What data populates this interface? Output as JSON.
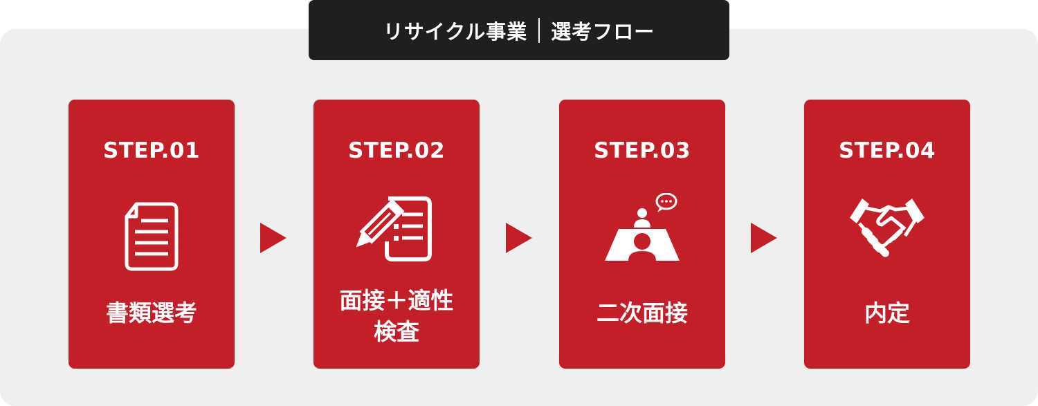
{
  "header": {
    "title_left": "リサイクル事業",
    "title_right": "選考フロー"
  },
  "steps": [
    {
      "step": "STEP.01",
      "label": "書類選考",
      "icon": "document-icon"
    },
    {
      "step": "STEP.02",
      "label": "面接＋適性\n検査",
      "icon": "pencil-checklist-icon"
    },
    {
      "step": "STEP.03",
      "label": "二次面接",
      "icon": "interview-icon"
    },
    {
      "step": "STEP.04",
      "label": "内定",
      "icon": "handshake-icon"
    }
  ],
  "colors": {
    "background_panel": "#efefef",
    "title_bar": "#1f1f1f",
    "card": "#c21f28",
    "arrow": "#c21f28",
    "text_light": "#ffffff"
  }
}
